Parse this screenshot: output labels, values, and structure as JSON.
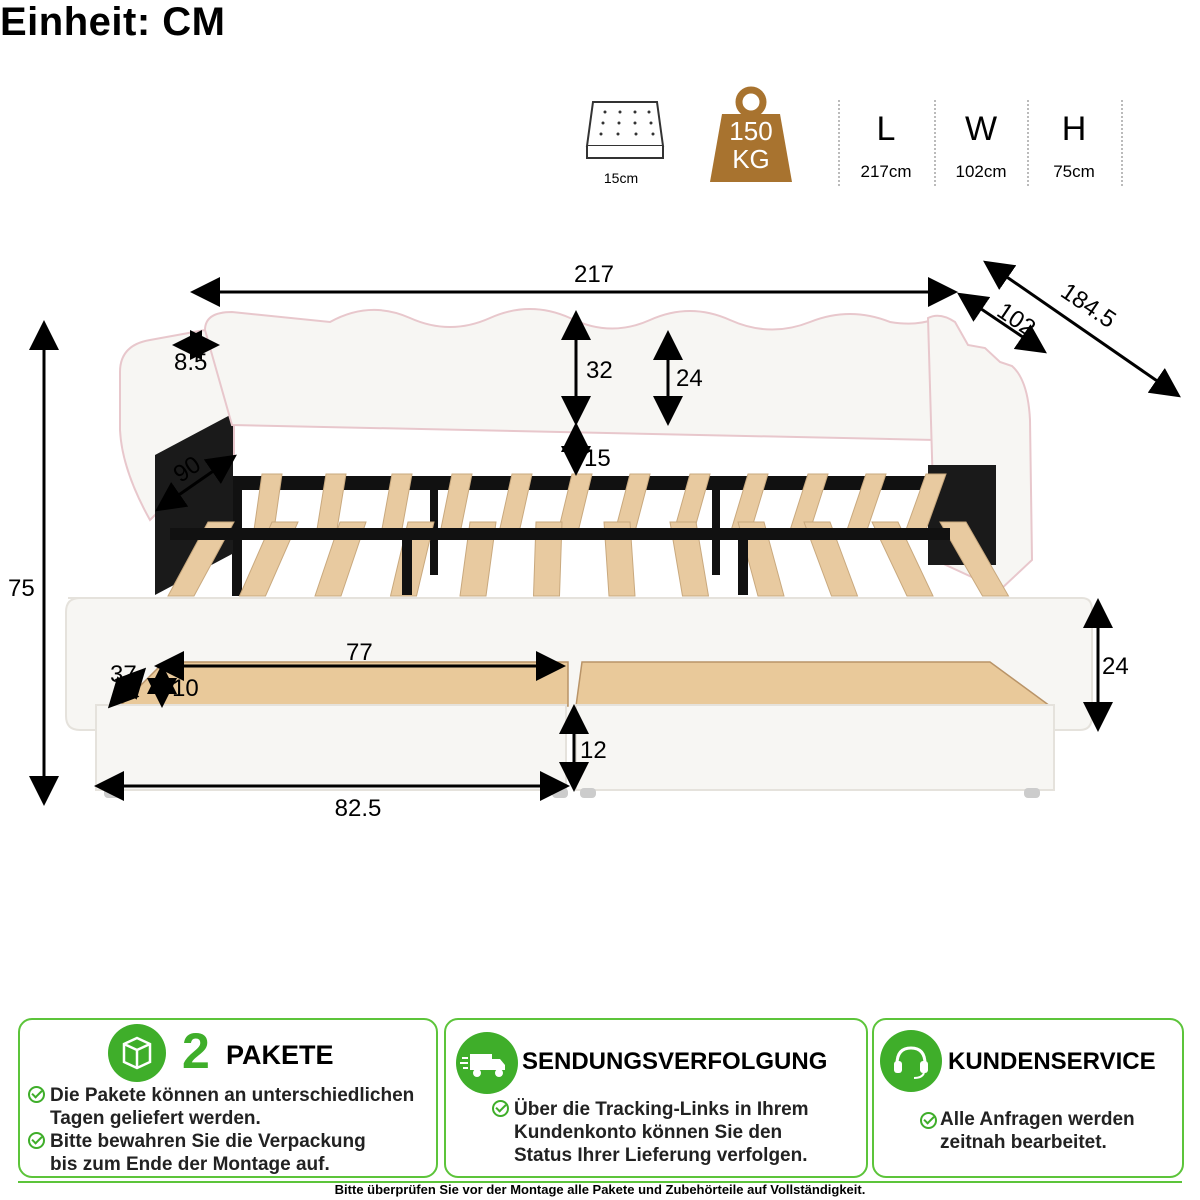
{
  "header": {
    "unit_title": "Einheit: CM"
  },
  "specs": {
    "mattress_label": "15cm",
    "weight_top": "150",
    "weight_bottom": "KG",
    "L": "L",
    "L_value": "217cm",
    "W": "W",
    "W_value": "102cm",
    "H": "H",
    "H_value": "75cm"
  },
  "dimensions": {
    "total_length": "217",
    "depth": "102",
    "extended_depth": "184.5",
    "armrest_width": "8.5",
    "backrest_height": "32",
    "backrest_inner": "24",
    "gap": "15",
    "side_depth": "90",
    "total_height": "75",
    "trundle_height": "24",
    "drawer_inner_length": "77",
    "drawer_inner_depth": "37",
    "drawer_inner_height": "10",
    "drawer_height": "12",
    "drawer_length": "82.5"
  },
  "panels": {
    "packages": {
      "number": "2",
      "title": "PAKETE",
      "bullets": [
        "Die Pakete können an unterschiedlichen Tagen geliefert werden.",
        "Bitte bewahren Sie die Verpackung bis zum Ende der Montage auf."
      ]
    },
    "tracking": {
      "title": "SENDUNGSVERFOLGUNG",
      "bullets": [
        "Über die Tracking-Links in Ihrem Kundenkonto können Sie den Status Ihrer Lieferung verfolgen."
      ]
    },
    "service": {
      "title": "KUNDENSERVICE",
      "bullets": [
        "Alle Anfragen werden zeitnah bearbeitet."
      ]
    }
  },
  "footer": {
    "note": "Bitte überprüfen Sie vor der Montage alle Pakete und Zubehörteile auf Vollständigkeit."
  },
  "colors": {
    "accent_green": "#3fae2a",
    "weight_brown": "#a8732f",
    "slat_wood": "#e8caa0"
  }
}
